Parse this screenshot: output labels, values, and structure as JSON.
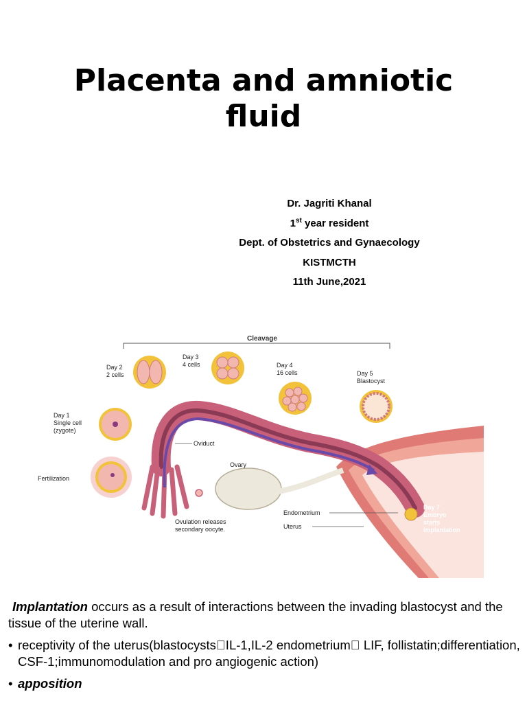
{
  "slide": {
    "title_line1": "Placenta and amniotic",
    "title_line2": "fluid"
  },
  "author": {
    "name": "Dr. Jagriti Khanal",
    "role_num": "1",
    "role_sup": "st",
    "role_rest": " year resident",
    "dept": "Dept. of Obstetrics and Gynaecology",
    "institution": "KISTMCTH",
    "date": "11th June,2021"
  },
  "figure": {
    "cleavage": "Cleavage",
    "day2_a": "Day 2",
    "day2_b": "2 cells",
    "day3_a": "Day 3",
    "day3_b": "4 cells",
    "day4_a": "Day 4",
    "day4_b": "16 cells",
    "day5_a": "Day 5",
    "day5_b": "Blastocyst",
    "day1_a": "Day 1",
    "day1_b": "Single cell",
    "day1_c": "(zygote)",
    "oviduct": "Oviduct",
    "ovary": "Ovary",
    "fertilization": "Fertilization",
    "ovulation_a": "Ovulation releases",
    "ovulation_b": "secondary oocyte.",
    "endometrium": "Endometrium",
    "uterus": "Uterus",
    "day7_a": "Day 7",
    "day7_b": "Embryo",
    "day7_c": "starts",
    "day7_d": "implantation"
  },
  "body": {
    "term": "Implantation",
    "intro_rest": "  occurs  as a result of interactions between the invading blastocyst and the tissue of the uterine wall.",
    "bullet1": "receptivity of the uterus(blastocystsIL-1,IL-2  endometrium LIF, follistatin;differentiation, CSF-1;immunomodulation and pro angiogenic action)",
    "bullet2": "apposition",
    "bullet_char": "•"
  },
  "colors": {
    "tube": "#c9607a",
    "tube_dark": "#8a3a55",
    "arrow": "#6a4aa8",
    "uterus": "#e07a74",
    "cell": "#f2b8b0",
    "cell_ring": "#f2c23a",
    "ovary": "#ece8dc"
  }
}
